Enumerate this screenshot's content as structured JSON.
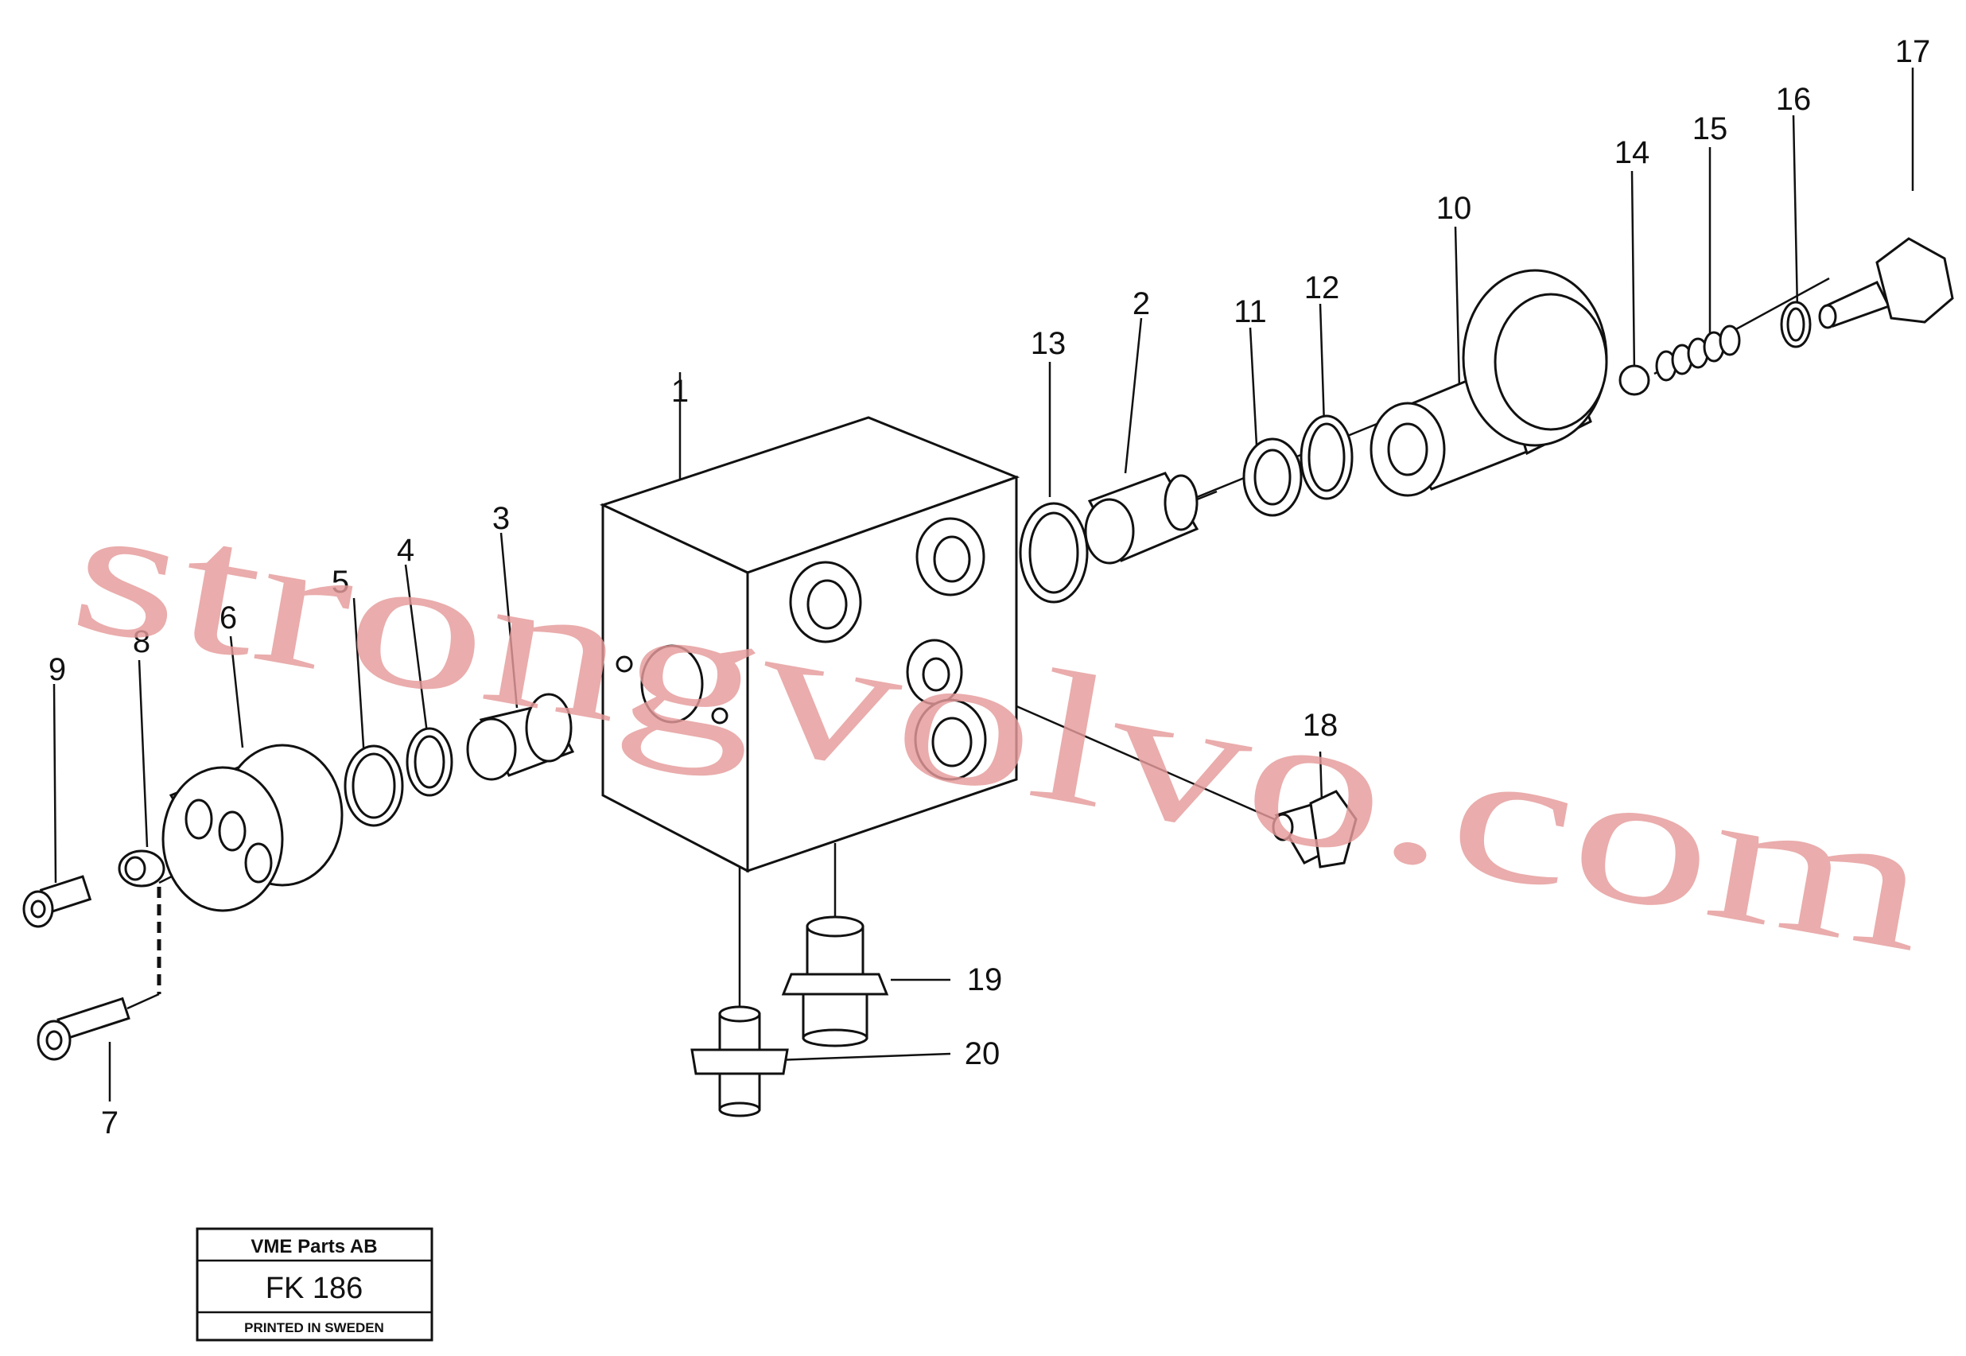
{
  "diagram": {
    "part_labels": [
      "1",
      "2",
      "3",
      "4",
      "5",
      "6",
      "7",
      "8",
      "9",
      "10",
      "11",
      "12",
      "13",
      "14",
      "15",
      "16",
      "17",
      "18",
      "19",
      "20"
    ],
    "watermark": "strongvolvo.com"
  },
  "title_block": {
    "company": "VME Parts AB",
    "code": "FK 186",
    "note": "PRINTED IN SWEDEN"
  }
}
